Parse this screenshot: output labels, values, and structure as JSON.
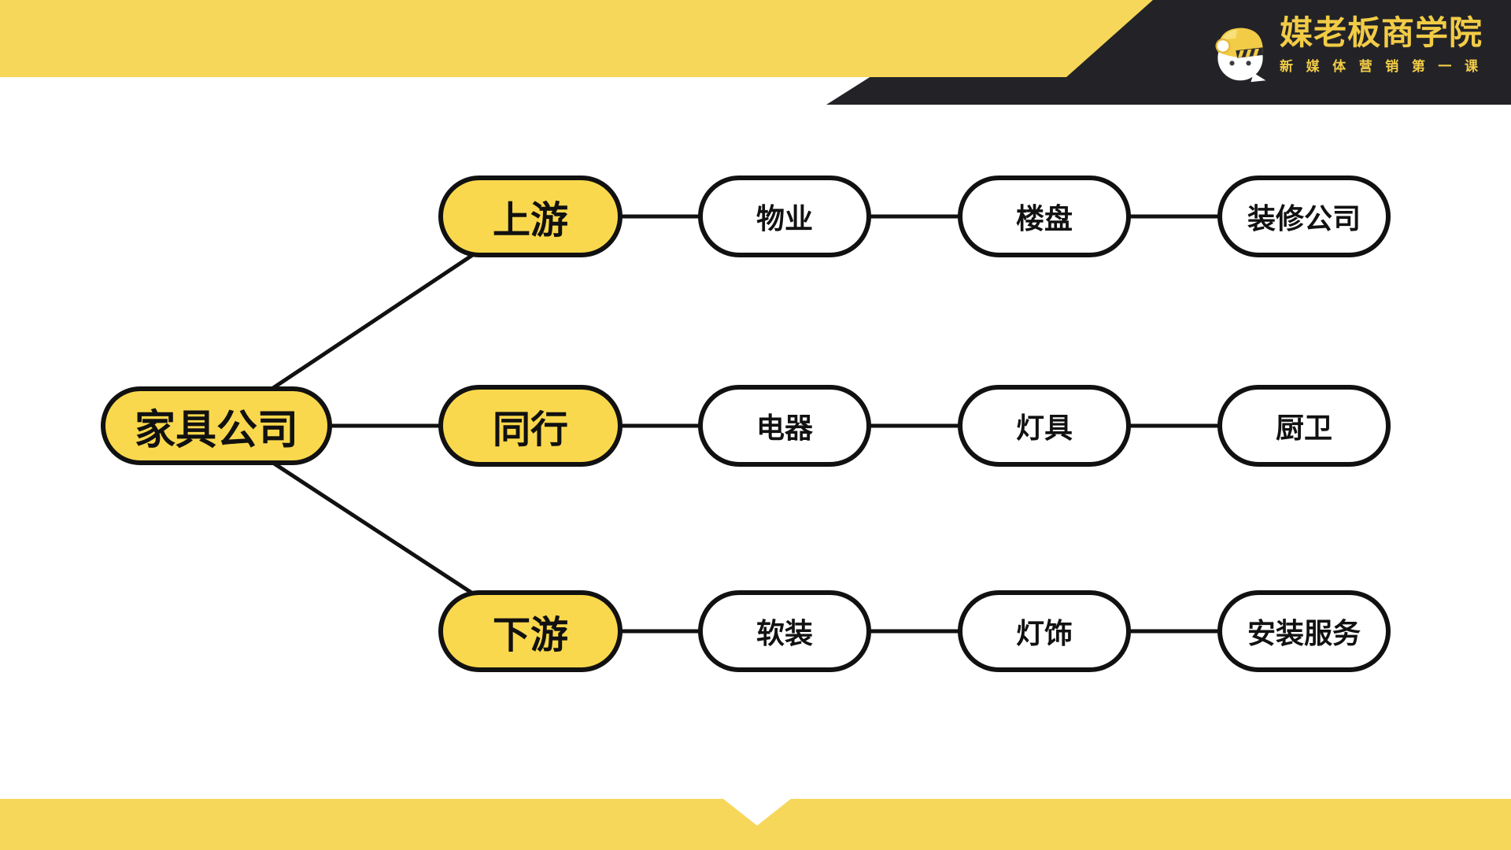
{
  "theme": {
    "band_yellow": "#F6D75A",
    "node_yellow": "#FAD84D",
    "ink": "#111111",
    "dark_bar": "#232327",
    "brand_yellow": "#F2CC46"
  },
  "brand": {
    "title": "媒老板商学院",
    "tagline_chars": [
      "新",
      "媒",
      "体",
      "营",
      "销",
      "第",
      "一",
      "课"
    ],
    "tagline": "新媒体营销第一课",
    "icon": "miner-helmet-mascot-icon"
  },
  "diagram": {
    "root": {
      "label": "家具公司"
    },
    "branches": [
      {
        "label": "上游",
        "children": [
          "物业",
          "楼盘",
          "装修公司"
        ]
      },
      {
        "label": "同行",
        "children": [
          "电器",
          "灯具",
          "厨卫"
        ]
      },
      {
        "label": "下游",
        "children": [
          "软装",
          "灯饰",
          "安装服务"
        ]
      }
    ]
  }
}
